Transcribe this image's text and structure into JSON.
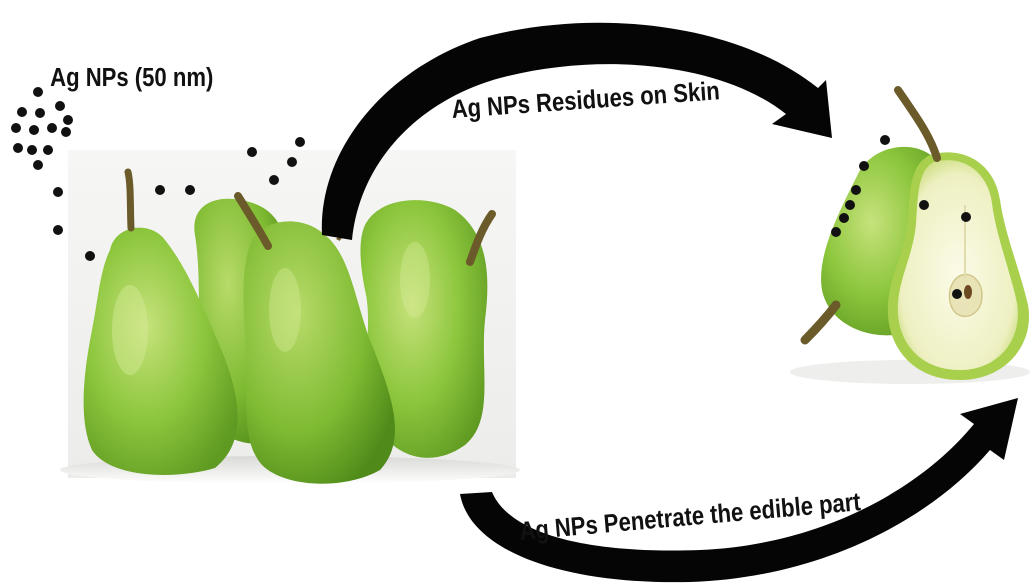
{
  "labels": {
    "particles": "Ag NPs (50 nm)",
    "residues": "Ag NPs Residues on Skin",
    "penetrate": "Ag NPs Penetrate the edible part"
  },
  "colors": {
    "arrow": "#050505",
    "pear_skin": "#8cc63c",
    "pear_light": "#c6e07a",
    "pear_flesh": "#f4f5d4",
    "stem": "#6b5a2a",
    "particle": "#111111"
  },
  "icons": {
    "pears_group": "pear-cluster-icon",
    "cut_pear": "halved-pear-icon"
  }
}
